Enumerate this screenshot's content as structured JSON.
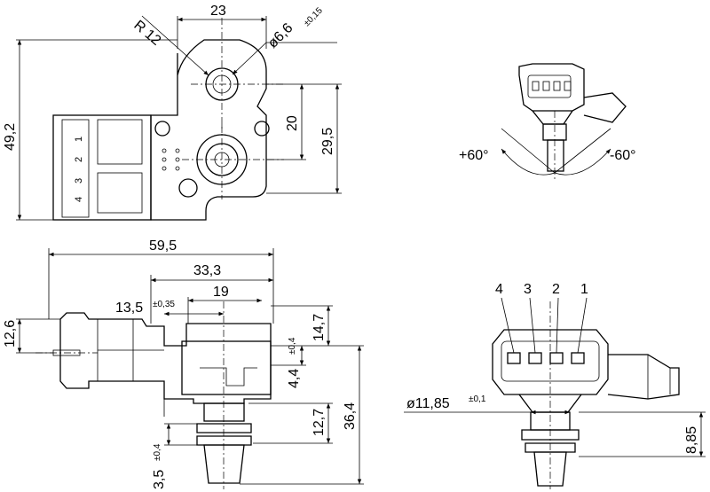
{
  "top_view": {
    "radius": "R 12",
    "width_top": "23",
    "hole_diameter": "ø6,6",
    "hole_tolerance": "±0,15",
    "height_total": "49,2",
    "dim_20": "20",
    "dim_29_5": "29,5",
    "connector_pins": [
      "1",
      "2",
      "3",
      "4"
    ]
  },
  "rotation_view": {
    "angle_left": "+60°",
    "angle_right": "-60°"
  },
  "side_view": {
    "length_total": "59,5",
    "dim_33_3": "33,3",
    "dim_19": "19",
    "dim_13_5": "13,5",
    "dim_13_5_tol": "±0,35",
    "dim_12_6": "12,6",
    "dim_14_7": "14,7",
    "dim_4_4": "4,4",
    "dim_4_4_tol": "±0,4",
    "dim_12_7": "12,7",
    "dim_36_4": "36,4",
    "dim_3_5": "3,5",
    "dim_3_5_tol": "±0,4"
  },
  "front_view": {
    "pin_labels": [
      "4",
      "3",
      "2",
      "1"
    ],
    "diameter": "ø11,85",
    "diameter_tol": "±0,1",
    "dim_8_85": "8,85"
  }
}
